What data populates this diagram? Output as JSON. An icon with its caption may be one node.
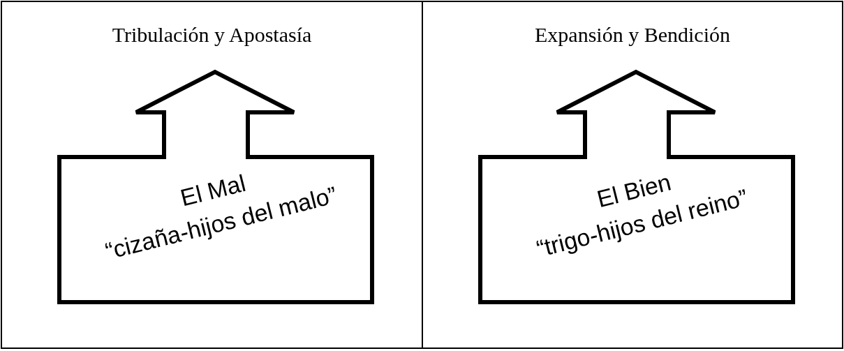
{
  "diagram": {
    "nodes": [
      {
        "text": [
          "Tribulación y Apostasía"
        ]
      },
      {
        "text": [
          "El Mal",
          "“cizaña-hijos del malo”"
        ],
        "in": 0
      },
      {
        "text": [
          "Expansión y Bendición"
        ]
      },
      {
        "text": [
          "El Bien",
          "“trigo-hijos del reino”"
        ],
        "in": 2
      }
    ]
  }
}
